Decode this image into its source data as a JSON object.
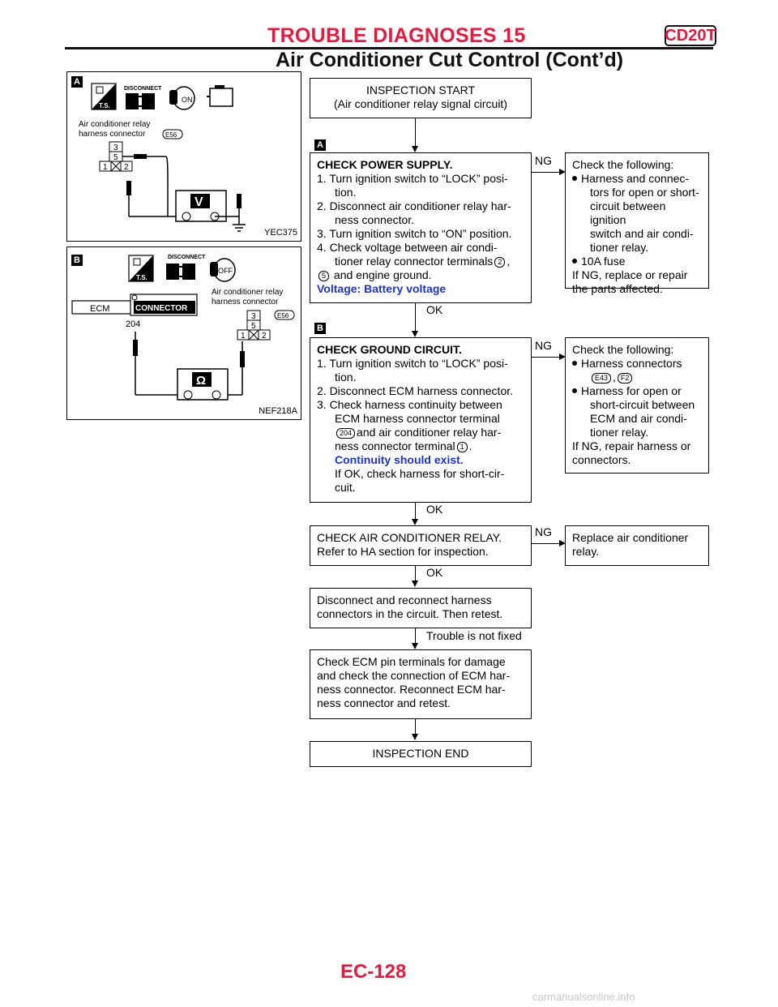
{
  "header": {
    "title": "TROUBLE DIAGNOSES 15",
    "badge": "CD20T",
    "subtitle": "Air Conditioner Cut Control (Cont’d)"
  },
  "figures": {
    "a": {
      "tag": "A",
      "disconnect": "DISCONNECT",
      "ts": "T.S.",
      "ignition": "ON",
      "connector_label_1": "Air conditioner relay",
      "connector_label_2": "harness connector",
      "connector_id": "E56",
      "pins": [
        "3",
        "5",
        "1",
        "2"
      ],
      "meter": "V",
      "code": "YEC375"
    },
    "b": {
      "tag": "B",
      "disconnect": "DISCONNECT",
      "ts": "T.S.",
      "ignition": "OFF",
      "ecm": "ECM",
      "ecm_connector": "CONNECTOR",
      "ecm_pin": "204",
      "connector_label_1": "Air conditioner relay",
      "connector_label_2": "harness connector",
      "connector_id": "E56",
      "pins": [
        "3",
        "5",
        "1",
        "2"
      ],
      "meter": "Ω",
      "code": "NEF218A"
    }
  },
  "flow": {
    "start": [
      "INSPECTION START",
      "(Air conditioner relay signal circuit)"
    ],
    "step_a_tag": "A",
    "step_a": {
      "title": "CHECK POWER SUPPLY.",
      "l1a": "1. Turn ignition switch to “LOCK” posi-",
      "l1b": "tion.",
      "l2a": "2. Disconnect air conditioner relay har-",
      "l2b": "ness connector.",
      "l3": "3. Turn ignition switch to “ON” position.",
      "l4a": "4. Check voltage between air condi-",
      "l4b": "tioner relay connector terminals",
      "t1": "2",
      "comma": ",",
      "t2": "5",
      "l4c": "and engine ground.",
      "spec": "Voltage: Battery voltage"
    },
    "ng_a": {
      "l0": "Check the following:",
      "b1a": "Harness and connec-",
      "b1b": "tors for open or short-",
      "b1c": "circuit between ignition",
      "b1d": "switch and air condi-",
      "b1e": "tioner relay.",
      "b2": "10A fuse",
      "l3a": "If NG, replace or repair",
      "l3b": "the parts affected."
    },
    "step_b_tag": "B",
    "step_b": {
      "title": "CHECK GROUND CIRCUIT.",
      "l1a": "1. Turn ignition switch to “LOCK” posi-",
      "l1b": "tion.",
      "l2": "2. Disconnect ECM harness connector.",
      "l3a": "3. Check harness continuity between",
      "l3b": "ECM harness connector terminal",
      "t1": "204",
      "l3c": "and air conditioner relay har-",
      "l3d": "ness connector terminal",
      "t2": "1",
      "period": ".",
      "spec": "Continuity should exist.",
      "l4a": "If OK, check harness for short-cir-",
      "l4b": "cuit."
    },
    "ng_b": {
      "l0": "Check the following:",
      "b1a": "Harness connectors",
      "c1": "E43",
      "comma": ",",
      "c2": "F2",
      "b2a": "Harness for open or",
      "b2b": "short-circuit between",
      "b2c": "ECM and air condi-",
      "b2d": "tioner relay.",
      "l3a": "If NG, repair harness or",
      "l3b": "connectors."
    },
    "step_c": [
      "CHECK AIR CONDITIONER RELAY.",
      "Refer to HA section for inspection."
    ],
    "ng_c": [
      "Replace air conditioner",
      "relay."
    ],
    "step_d": [
      "Disconnect and reconnect harness",
      "connectors in the circuit. Then retest."
    ],
    "step_e": [
      "Check ECM pin terminals for damage",
      "and check the connection of ECM har-",
      "ness connector. Reconnect ECM har-",
      "ness connector and retest."
    ],
    "end": "INSPECTION END",
    "labels": {
      "ok": "OK",
      "ng": "NG",
      "not_fixed": "Trouble is not fixed"
    }
  },
  "footer": {
    "page": "EC-128",
    "watermark": "carmanualsonline.info"
  },
  "colors": {
    "red": "#e8193c",
    "blue": "#1a32d8"
  }
}
